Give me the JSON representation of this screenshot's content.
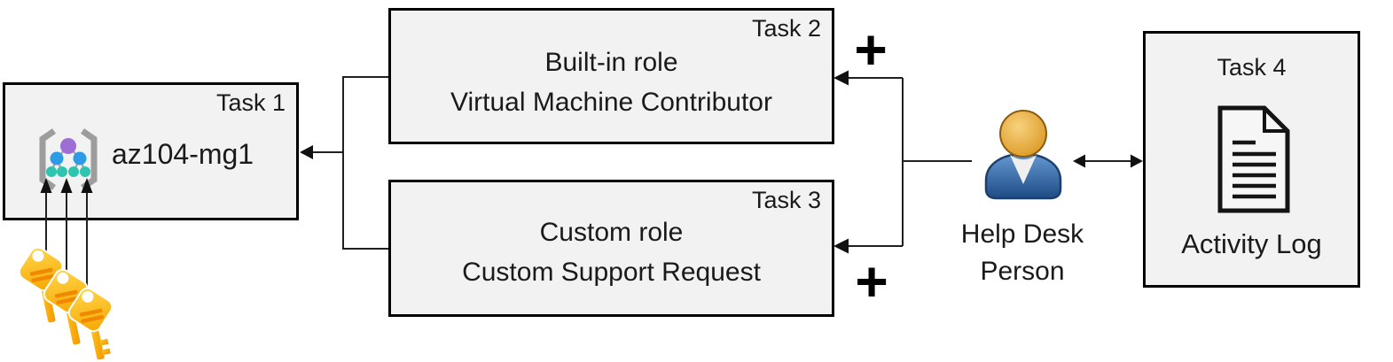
{
  "diagram": {
    "task1": {
      "label": "Task 1",
      "resource_name": "az104-mg1"
    },
    "task2": {
      "label": "Task 2",
      "role_type": "Built-in role",
      "role_name": "Virtual Machine Contributor"
    },
    "task3": {
      "label": "Task 3",
      "role_type": "Custom role",
      "role_name": "Custom Support Request"
    },
    "task4": {
      "label": "Task 4",
      "caption": "Activity Log"
    },
    "person": {
      "name_line1": "Help Desk",
      "name_line2": "Person"
    },
    "symbols": {
      "plus_top": "+",
      "plus_bottom": "+"
    },
    "icons": {
      "task1": "management-group-icon",
      "task4": "document-icon",
      "person": "person-icon",
      "keys": "key-icon",
      "connectors": "arrowhead-icon"
    },
    "colors": {
      "box_fill": "#F2F2F2",
      "box_border": "#000000",
      "connector_line": "#202020",
      "arrowhead": "#111111",
      "key_gold_light": "#FFD84D",
      "key_gold_dark": "#F7A500",
      "key_stripe": "#EF8A00",
      "person_body_blue_light": "#6598D2",
      "person_body_blue_dark": "#1E4C85",
      "person_head_orange_light": "#F7D27E",
      "person_head_orange_dark": "#DB9620",
      "mgmt_purple": "#9C6ED6",
      "mgmt_blue": "#2E9BE6",
      "mgmt_teal": "#2EC5B0",
      "bracket_gray": "#9D9D9D"
    }
  }
}
